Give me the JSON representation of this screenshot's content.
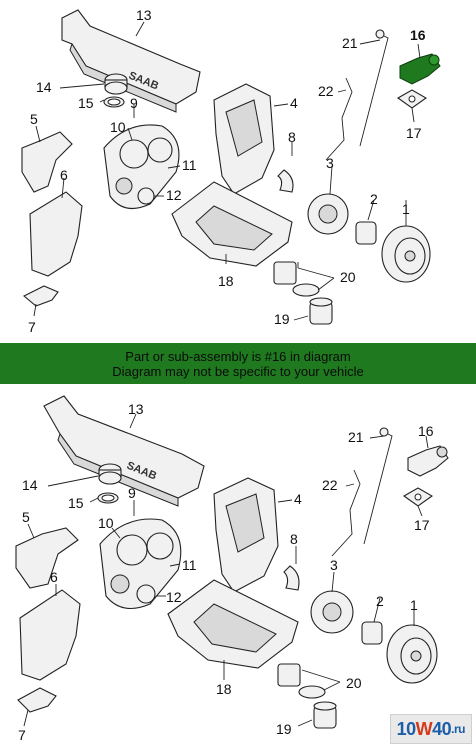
{
  "diagram": {
    "highlight_color": "#1f7a1f",
    "parts": [
      {
        "id": "1",
        "label": "1"
      },
      {
        "id": "2",
        "label": "2"
      },
      {
        "id": "3",
        "label": "3"
      },
      {
        "id": "4",
        "label": "4"
      },
      {
        "id": "5",
        "label": "5"
      },
      {
        "id": "6",
        "label": "6"
      },
      {
        "id": "7",
        "label": "7"
      },
      {
        "id": "8",
        "label": "8"
      },
      {
        "id": "9",
        "label": "9"
      },
      {
        "id": "10",
        "label": "10"
      },
      {
        "id": "11",
        "label": "11"
      },
      {
        "id": "12",
        "label": "12"
      },
      {
        "id": "13",
        "label": "13"
      },
      {
        "id": "14",
        "label": "14"
      },
      {
        "id": "15",
        "label": "15"
      },
      {
        "id": "16",
        "label": "16",
        "highlighted": true
      },
      {
        "id": "17",
        "label": "17"
      },
      {
        "id": "18",
        "label": "18"
      },
      {
        "id": "19",
        "label": "19"
      },
      {
        "id": "20",
        "label": "20"
      },
      {
        "id": "21",
        "label": "21"
      },
      {
        "id": "22",
        "label": "22"
      }
    ],
    "cover_logo_text": "SAAB"
  },
  "banner": {
    "line1": "Part or sub-assembly is #16 in diagram",
    "line2": "Diagram may not be specific to your vehicle"
  },
  "watermark": {
    "part1": "10",
    "part2": "W",
    "part3": "40",
    "part4": ".ru"
  }
}
